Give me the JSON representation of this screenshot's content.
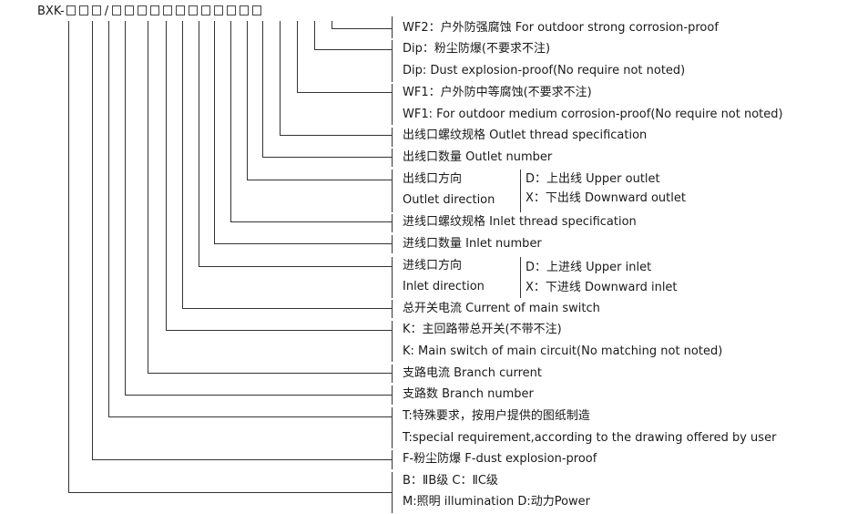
{
  "code": {
    "prefix": "BXK-",
    "separator": "/"
  },
  "labels": {
    "wf2": "WF2：户外防强腐蚀  For outdoor strong corrosion-proof",
    "dip_cn": "Dip：粉尘防爆(不要求不注)",
    "dip_en": "Dip: Dust explosion-proof(No require not noted)",
    "wf1_cn": "WF1：户外防中等腐蚀(不要求不注)",
    "wf1_en": "WF1: For outdoor medium corrosion-proof(No require not noted)",
    "outlet_thread": "出线口螺纹规格  Outlet thread specification",
    "outlet_number": "出线口数量  Outlet number",
    "outlet_dir_cn": "出线口方向",
    "outlet_dir_en": "Outlet direction",
    "outlet_d": "D：上出线  Upper outlet",
    "outlet_x": "X：下出线  Downward outlet",
    "inlet_thread": "进线口螺纹规格  Inlet thread specification",
    "inlet_number": "进线口数量  Inlet number",
    "inlet_dir_cn": "进线口方向",
    "inlet_dir_en": "Inlet direction",
    "inlet_d": "D：上进线  Upper inlet",
    "inlet_x": "X：下进线  Downward inlet",
    "main_current": "总开关电流  Current of main switch",
    "k_cn": "K：主回路带总开关(不带不注)",
    "k_en": "K: Main switch of main circuit(No matching not noted)",
    "branch_current": "支路电流  Branch current",
    "branch_number": "支路数  Branch number",
    "t_cn": "T:特殊要求，按用户提供的图纸制造",
    "t_en": "T:special requirement,according to the drawing offered by user",
    "f": "F-粉尘防爆  F-dust explosion-proof",
    "bc": "B：ⅡB级  C：ⅡC级",
    "m": "M:照明 illumination  D:动力Power"
  }
}
